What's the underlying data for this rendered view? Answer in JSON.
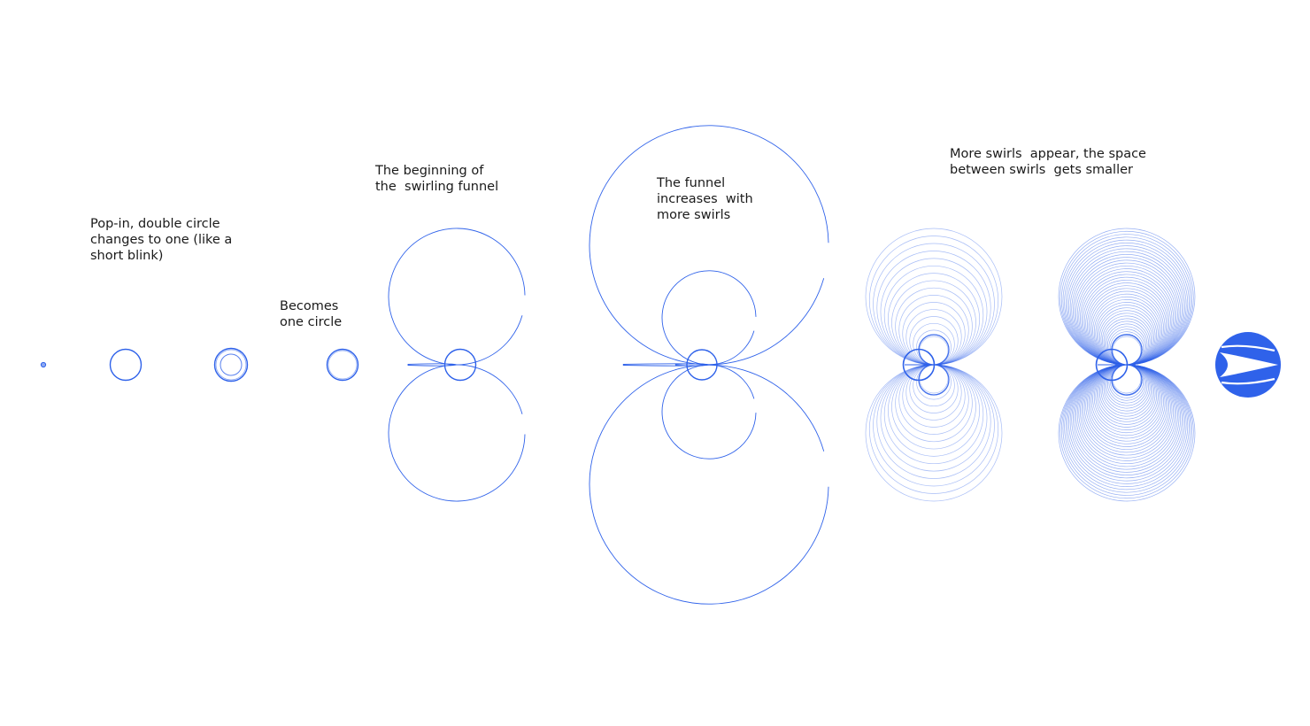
{
  "colors": {
    "accent": "#2f62ea",
    "light_stroke": "#8eaaf5",
    "text": "#1a1a1a",
    "background": "#ffffff"
  },
  "annotations": {
    "pop_in": "Pop-in, double circle\nchanges to one (like a\nshort blink)",
    "becomes": "Becomes\none circle",
    "beginning": "The beginning of\nthe  swirling funnel",
    "funnel": "The funnel\nincreases  with\nmore swirls",
    "more_swirls": "More swirls  appear, the space\nbetween swirls  gets smaller"
  },
  "frames": [
    {
      "name": "dot",
      "kind": "dot"
    },
    {
      "name": "single-circle",
      "kind": "circle"
    },
    {
      "name": "double-circle",
      "kind": "double-circle"
    },
    {
      "name": "one-circle",
      "kind": "circle"
    },
    {
      "name": "funnel-beginning",
      "kind": "funnel",
      "swirl_levels": 1
    },
    {
      "name": "funnel-increasing",
      "kind": "funnel",
      "swirl_levels": 2
    },
    {
      "name": "more-swirls",
      "kind": "dense-funnel",
      "density": "medium"
    },
    {
      "name": "smaller-spacing",
      "kind": "dense-funnel",
      "density": "high"
    },
    {
      "name": "final-logo",
      "kind": "logo",
      "icon": "arrowhead-logo-icon"
    }
  ]
}
